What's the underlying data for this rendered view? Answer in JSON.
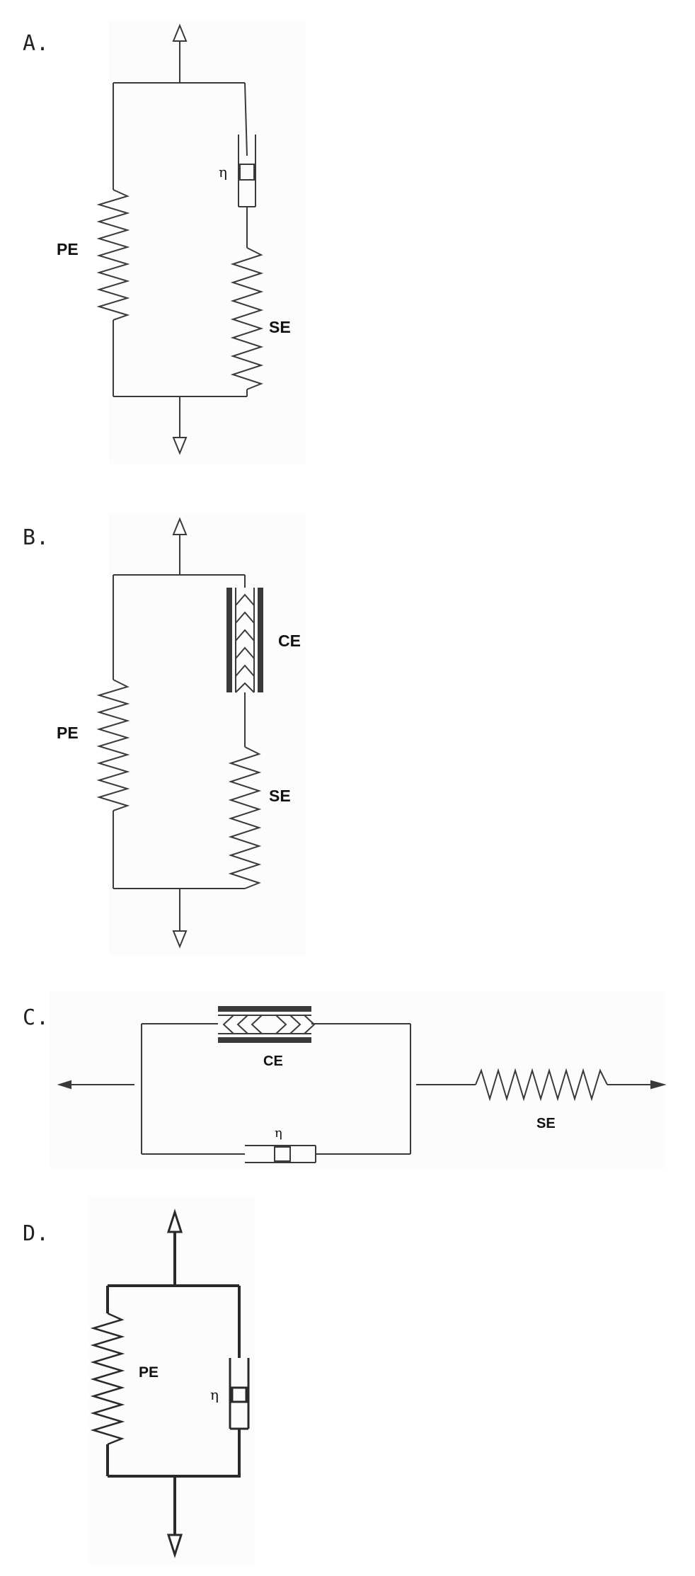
{
  "panels": [
    {
      "letter": "A.",
      "labels": {
        "parallel_spring": "PE",
        "series_spring": "SE",
        "dashpot": "η"
      }
    },
    {
      "letter": "B.",
      "labels": {
        "parallel_spring": "PE",
        "series_spring": "SE",
        "contractile": "CE"
      }
    },
    {
      "letter": "C.",
      "labels": {
        "contractile": "CE",
        "dashpot": "η",
        "series_spring": "SE"
      }
    },
    {
      "letter": "D.",
      "labels": {
        "parallel_spring": "PE",
        "dashpot": "η"
      }
    }
  ],
  "colors": {
    "line": "#3a3a3a",
    "background": "#ffffff",
    "panel_background": "#fbfbfb"
  }
}
